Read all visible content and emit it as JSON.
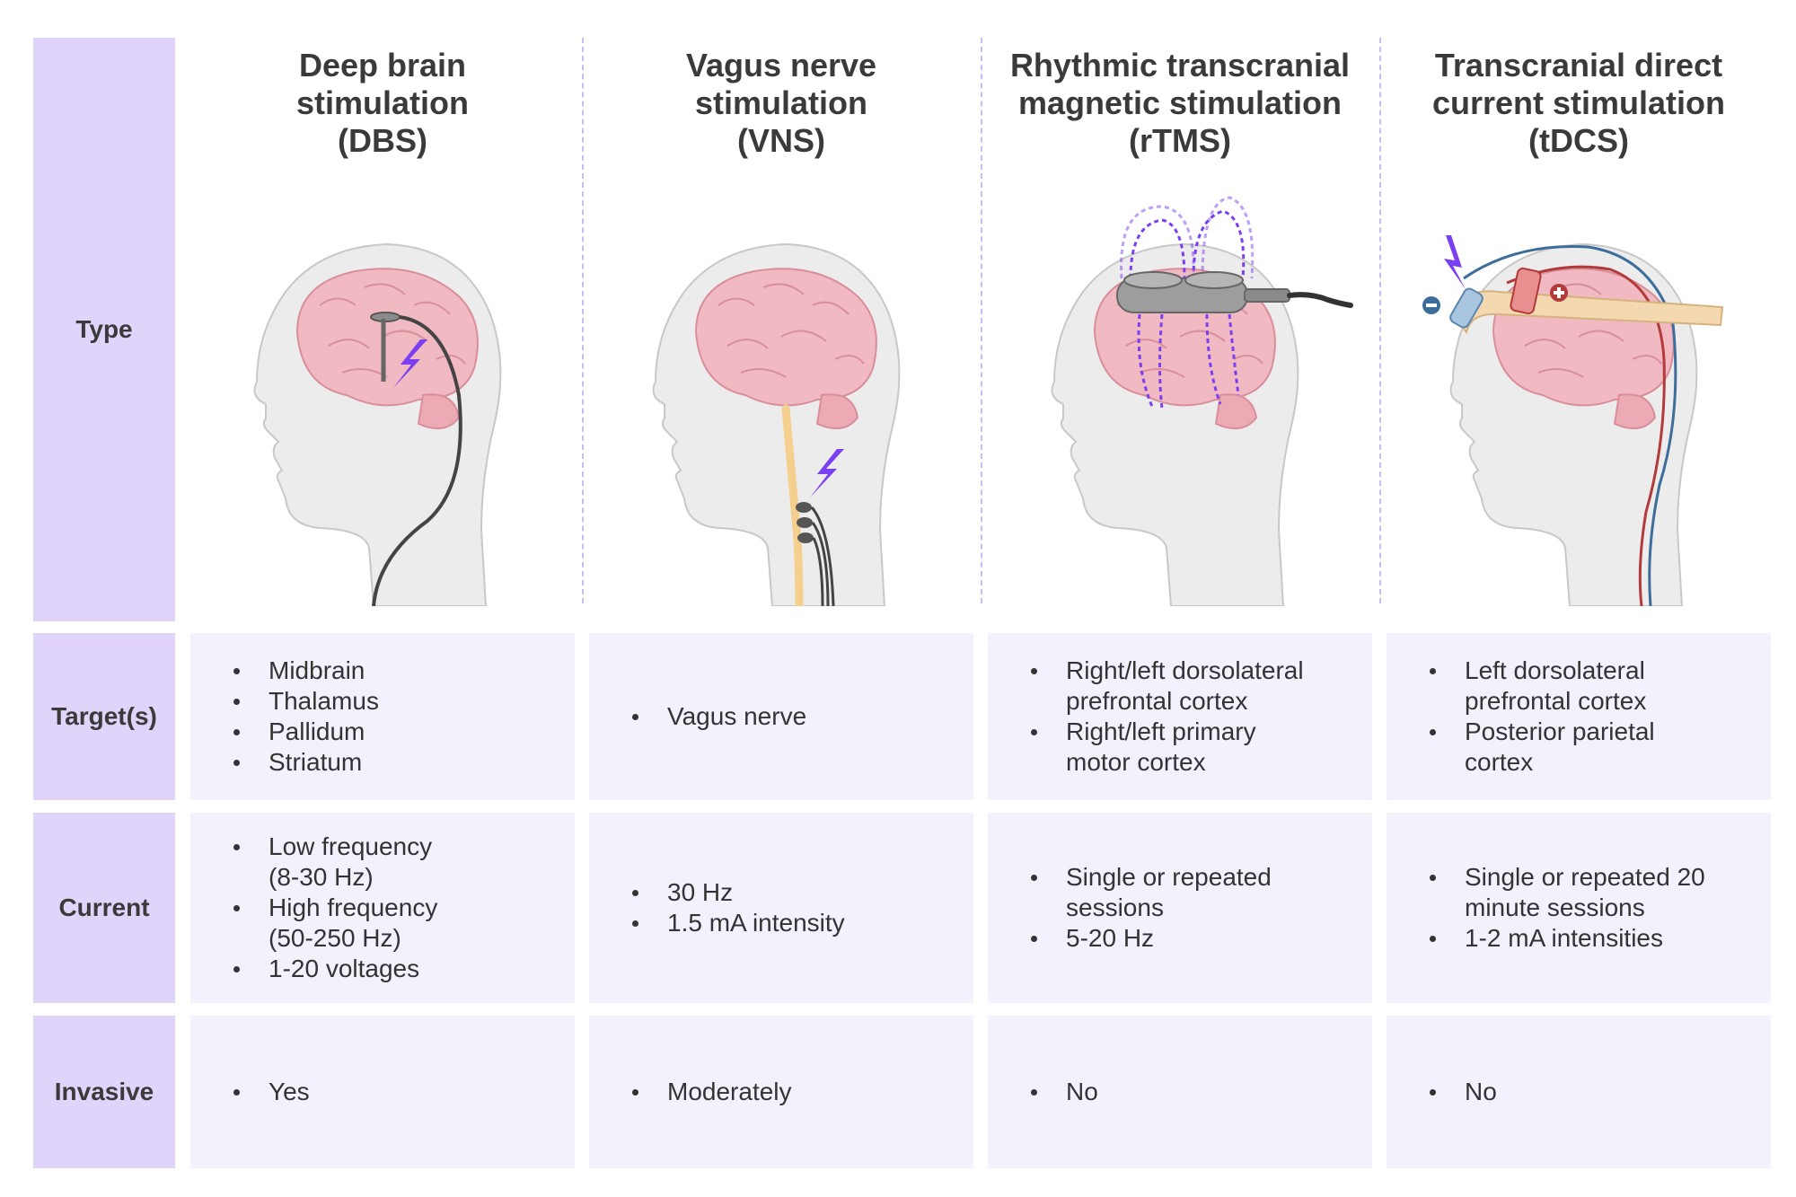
{
  "row_labels": {
    "type": "Type",
    "targets": "Target(s)",
    "current": "Current",
    "invasive": "Invasive"
  },
  "columns": [
    {
      "title": [
        "Deep brain",
        "stimulation",
        "(DBS)"
      ],
      "targets": [
        "Midbrain",
        "Thalamus",
        "Pallidum",
        "Striatum"
      ],
      "current": [
        "Low frequency",
        "(8-30 Hz)",
        "High frequency",
        "(50-250 Hz)",
        "1-20 voltages"
      ],
      "invasive": "Yes"
    },
    {
      "title": [
        "Vagus nerve",
        "stimulation",
        "(VNS)"
      ],
      "targets": [
        "Vagus nerve"
      ],
      "current": [
        "30 Hz",
        "1.5 mA intensity"
      ],
      "invasive": "Moderately"
    },
    {
      "title": [
        "Rhythmic transcranial",
        "magnetic stimulation",
        "(rTMS)"
      ],
      "targets": [
        "Right/left dorsolateral",
        "prefrontal cortex",
        "Right/left primary",
        "motor cortex"
      ],
      "current": [
        "Single or repeated",
        "sessions",
        "5-20 Hz"
      ],
      "invasive": "No"
    },
    {
      "title": [
        "Transcranial direct",
        "current stimulation",
        "(tDCS)"
      ],
      "targets": [
        "Left dorsolateral",
        "prefrontal cortex",
        "Posterior parietal",
        "cortex"
      ],
      "current": [
        "Single or repeated 20",
        "minute sessions",
        "1-2 mA intensities"
      ],
      "invasive": "No"
    }
  ],
  "colors": {
    "label_bg": "#e0d4fb",
    "cell_bg": "#f4f1fd",
    "brain": "#f1b9c1",
    "head": "#ececec",
    "bolt": "#7b3ff2",
    "divider": "#c9bdf0"
  },
  "icons": [
    "dbs-electrode-icon",
    "vns-electrode-icon",
    "tms-coil-icon",
    "tdcs-electrode-icon",
    "lightning-icon",
    "plus-icon",
    "minus-icon"
  ]
}
